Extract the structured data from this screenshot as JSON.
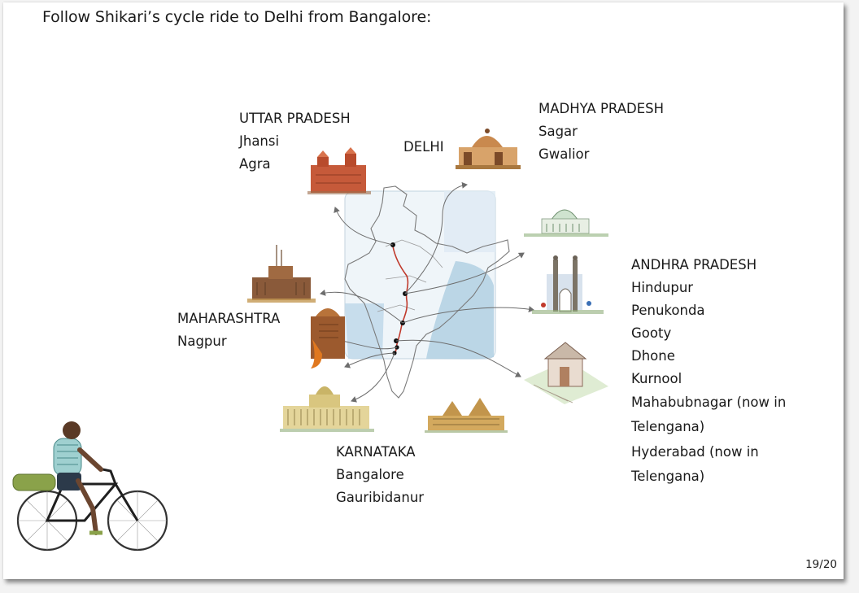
{
  "title": "Follow Shikari’s cycle ride to Delhi from Bangalore:",
  "page_number": "19/20",
  "regions": {
    "uttar_pradesh": {
      "state": "UTTAR PRADESH",
      "cities": [
        "Jhansi",
        "Agra"
      ]
    },
    "delhi": {
      "state": "DELHI"
    },
    "madhya_pradesh": {
      "state": "MADHYA PRADESH",
      "cities": [
        "Sagar",
        "Gwalior"
      ]
    },
    "andhra_pradesh": {
      "state": "ANDHRA PRADESH",
      "cities": [
        "Hindupur",
        "Penukonda",
        "Gooty",
        "Dhone",
        "Kurnool",
        "Mahabubnagar  (now in",
        "Telengana)",
        "Hyderabad  (now in",
        "Telengana)"
      ]
    },
    "maharashtra": {
      "state": "MAHARASHTRA",
      "cities": [
        "Nagpur"
      ]
    },
    "karnataka": {
      "state": "KARNATAKA",
      "cities": [
        "Bangalore",
        "Gauribidanur"
      ]
    }
  },
  "illustrations": [
    "agra-fort-icon",
    "delhi-monument-icon",
    "sagar-temple-icon",
    "gwalior-palace-icon",
    "nagpur-building-icon",
    "charminar-icon",
    "ganesha-idol-icon",
    "kurnool-temple-icon",
    "vidhana-soudha-icon",
    "karnataka-temple-icon",
    "cyclist-icon"
  ],
  "colors": {
    "route": "#c0392b",
    "water": "#a9cbe0",
    "sketch": "#6d6d6d"
  }
}
